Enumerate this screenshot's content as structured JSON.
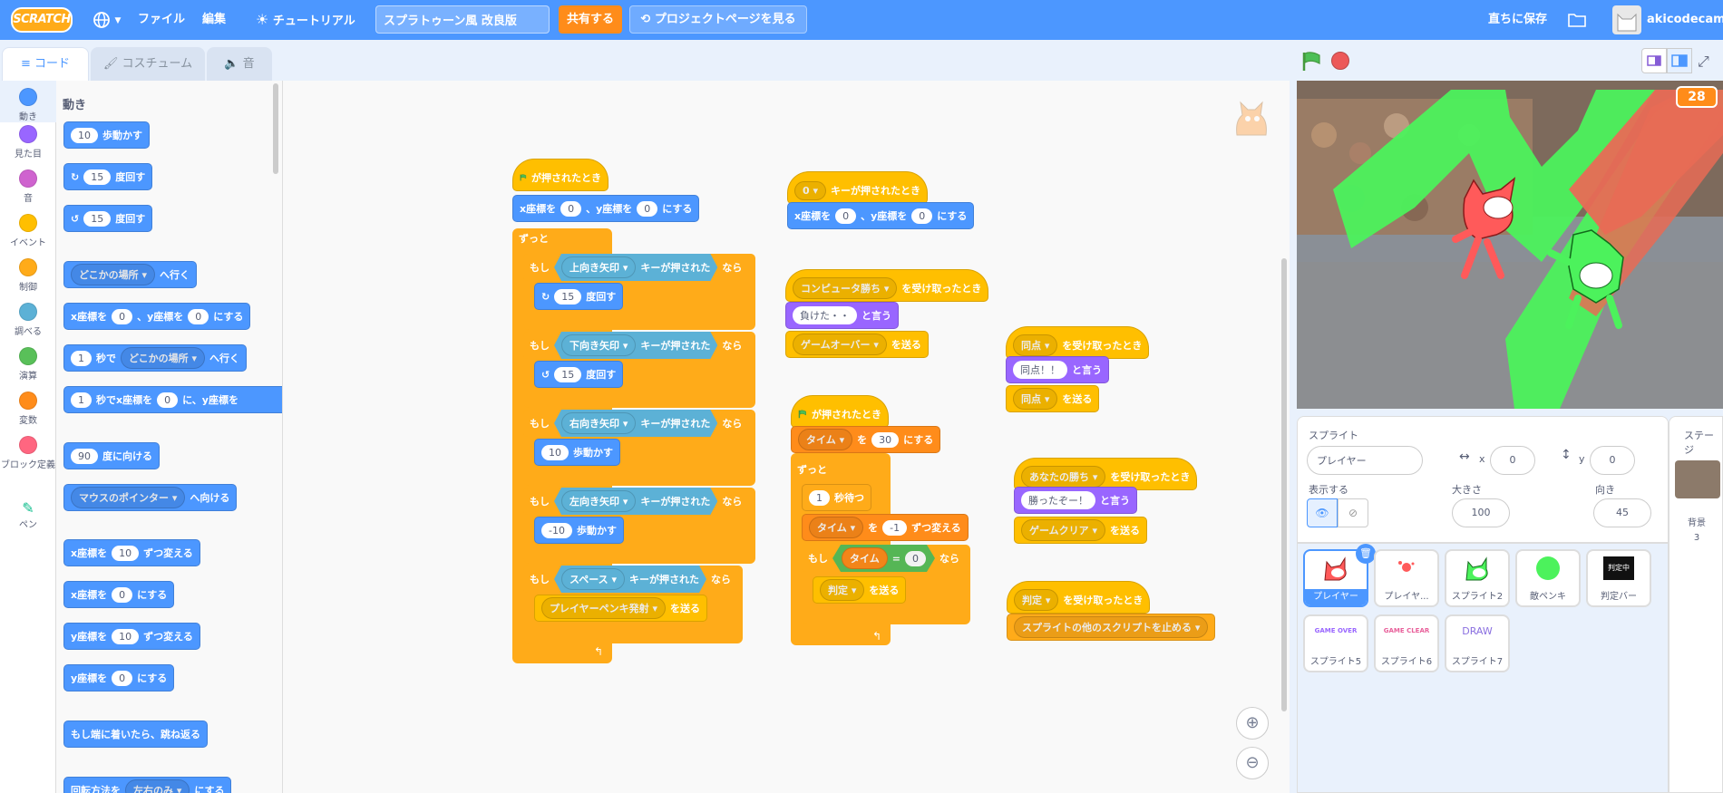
{
  "menu": {
    "logo": "SCRATCH",
    "file": "ファイル",
    "edit": "編集",
    "tutorial": "チュートリアル",
    "project_title": "スプラトゥーン風 改良版",
    "share": "共有する",
    "project_page": "プロジェクトページを見る",
    "save_now": "直ちに保存",
    "username": "akicodecamp"
  },
  "tabs": {
    "code": "コード",
    "costume": "コスチューム",
    "sound": "音"
  },
  "categories": [
    {
      "label": "動き",
      "color": "#4c97ff"
    },
    {
      "label": "見た目",
      "color": "#9966ff"
    },
    {
      "label": "音",
      "color": "#cf63cf"
    },
    {
      "label": "イベント",
      "color": "#ffbf00"
    },
    {
      "label": "制御",
      "color": "#ffab19"
    },
    {
      "label": "調べる",
      "color": "#5cb1d6"
    },
    {
      "label": "演算",
      "color": "#59c059"
    },
    {
      "label": "変数",
      "color": "#ff8c1a"
    },
    {
      "label": "ブロック定義",
      "color": "#ff6680"
    },
    {
      "label": "ペン",
      "color": "#0fbd8c"
    }
  ],
  "palette": {
    "heading": "動き",
    "move_n": "10",
    "move": "歩動かす",
    "turn_r_n": "15",
    "turn_r": "度回す",
    "turn_l_n": "15",
    "turn_l": "度回す",
    "goto_dd": "どこかの場所",
    "goto": "へ行く",
    "gotoxy_a": "x座標を",
    "gotoxy_x": "0",
    "gotoxy_b": "、y座標を",
    "gotoxy_y": "0",
    "gotoxy_c": "にする",
    "glide_n": "1",
    "glide_a": "秒で",
    "glide_dd": "どこかの場所",
    "glide_b": "へ行く",
    "glidexy_n": "1",
    "glidexy_a": "秒でx座標を",
    "glidexy_x": "0",
    "glidexy_b": "に、y座標を",
    "point_n": "90",
    "point": "度に向ける",
    "pointto_dd": "マウスのポインター",
    "pointto": "へ向ける",
    "changex_a": "x座標を",
    "changex_n": "10",
    "changex_b": "ずつ変える",
    "setx_a": "x座標を",
    "setx_n": "0",
    "setx_b": "にする",
    "changey_a": "y座標を",
    "changey_n": "10",
    "changey_b": "ずつ変える",
    "sety_a": "y座標を",
    "sety_n": "0",
    "sety_b": "にする",
    "bounce": "もし端に着いたら、跳ね返る",
    "rotstyle_a": "回転方法を",
    "rotstyle_dd": "左右のみ",
    "rotstyle_b": "にする"
  },
  "script1": {
    "hat_flag": "が押されたとき",
    "gotoxy_a": "x座標を",
    "gotoxy_x": "0",
    "gotoxy_b": "、y座標を",
    "gotoxy_y": "0",
    "gotoxy_c": "にする",
    "forever": "ずっと",
    "if_label": "もし",
    "then": "なら",
    "key_pressed": "キーが押された",
    "up": "上向き矢印",
    "turn_r_n": "15",
    "turn_r": "度回す",
    "down": "下向き矢印",
    "turn_l_n": "15",
    "turn_l": "度回す",
    "right": "右向き矢印",
    "move_r_n": "10",
    "move_r": "歩動かす",
    "left": "左向き矢印",
    "move_l_n": "-10",
    "move_l": "歩動かす",
    "space": "スペース",
    "broadcast_dd": "プレイヤーペンキ発射",
    "broadcast": "を送る"
  },
  "script2": {
    "key_dd": "0",
    "hat": "キーが押されたとき",
    "gotoxy_a": "x座標を",
    "gotoxy_x": "0",
    "gotoxy_b": "、y座標を",
    "gotoxy_y": "0",
    "gotoxy_c": "にする"
  },
  "script3": {
    "msg_dd": "コンピュータ勝ち",
    "hat": "を受け取ったとき",
    "say_text": "負けた・・",
    "say": "と言う",
    "bc_dd": "ゲームオーバー",
    "bc": "を送る"
  },
  "script4": {
    "hat_flag": "が押されたとき",
    "set_dd": "タイム",
    "set_a": "を",
    "set_n": "30",
    "set_b": "にする",
    "forever": "ずっと",
    "wait_n": "1",
    "wait": "秒待つ",
    "change_dd": "タイム",
    "change_a": "を",
    "change_n": "-1",
    "change_b": "ずつ変える",
    "if_label": "もし",
    "var": "タイム",
    "eq": "=",
    "eq_n": "0",
    "then": "なら",
    "bc_dd": "判定",
    "bc": "を送る"
  },
  "script5": {
    "msg_dd": "同点",
    "hat": "を受け取ったとき",
    "say_text": "同点！！",
    "say": "と言う",
    "bc_dd": "同点",
    "bc": "を送る"
  },
  "script6": {
    "msg_dd": "あなたの勝ち",
    "hat": "を受け取ったとき",
    "say_text": "勝ったぞー！",
    "say": "と言う",
    "bc_dd": "ゲームクリア",
    "bc": "を送る"
  },
  "script7": {
    "msg_dd": "判定",
    "hat": "を受け取ったとき",
    "stop_dd": "スプライトの他のスクリプトを止める"
  },
  "stage": {
    "timer_value": "28"
  },
  "sprite_info": {
    "label": "スプライト",
    "name": "プレイヤー",
    "x_label": "x",
    "x": "0",
    "y_label": "y",
    "y": "0",
    "show_label": "表示する",
    "size_label": "大きさ",
    "size": "100",
    "dir_label": "向き",
    "dir": "45"
  },
  "sprites": [
    {
      "name": "プレイヤー"
    },
    {
      "name": "プレイヤ..."
    },
    {
      "name": "スプライト2"
    },
    {
      "name": "敵ペンキ"
    },
    {
      "name": "判定バー",
      "thumb_text": "判定中"
    },
    {
      "name": "スプライト5",
      "thumb_text": "GAME OVER"
    },
    {
      "name": "スプライト6",
      "thumb_text": "GAME CLEAR"
    },
    {
      "name": "スプライト7",
      "thumb_text": "DRAW"
    }
  ],
  "stage_panel": {
    "label": "ステージ",
    "backdrop_label": "背景",
    "backdrop_count": "3"
  }
}
